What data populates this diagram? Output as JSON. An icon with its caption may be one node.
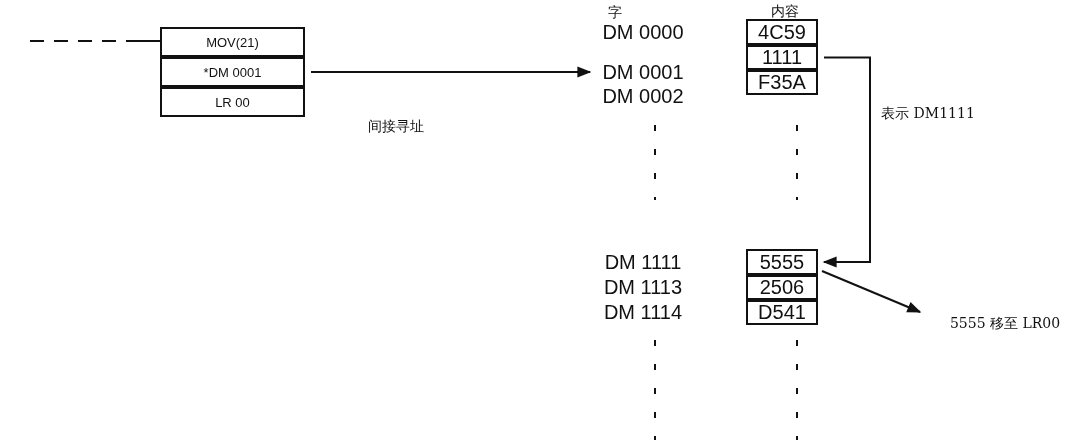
{
  "diagram": {
    "nodes": [
      {
        "text": [
          "MOV(21)"
        ]
      },
      {
        "text": [
          "*DM 0001"
        ]
      },
      {
        "text": [
          "LR 00"
        ]
      },
      {
        "text": [
          "DM 0001"
        ]
      },
      {
        "text": [
          "4C59"
        ]
      },
      {
        "text": [
          "1111"
        ]
      },
      {
        "text": [
          "F35A"
        ]
      },
      {
        "text": [
          "5555"
        ]
      },
      {
        "text": [
          "2506"
        ]
      },
      {
        "text": [
          "D541"
        ]
      },
      {
        "text": [
          "5555 移至 LR00"
        ]
      }
    ],
    "edges": [
      {
        "from": null,
        "to": 0,
        "arrow": "none",
        "style": "dashed"
      },
      {
        "from": 1,
        "to": 3,
        "arrow": "to",
        "label": "间接寻址"
      },
      {
        "from": 5,
        "to": 7,
        "arrow": "to"
      },
      {
        "from": 7,
        "to": 10,
        "arrow": "to"
      }
    ],
    "labels": [
      "字",
      "内容",
      "DM 0000",
      "DM 0002",
      "表示 DM1111",
      "DM 1111",
      "DM 1113",
      "DM 1114"
    ]
  }
}
